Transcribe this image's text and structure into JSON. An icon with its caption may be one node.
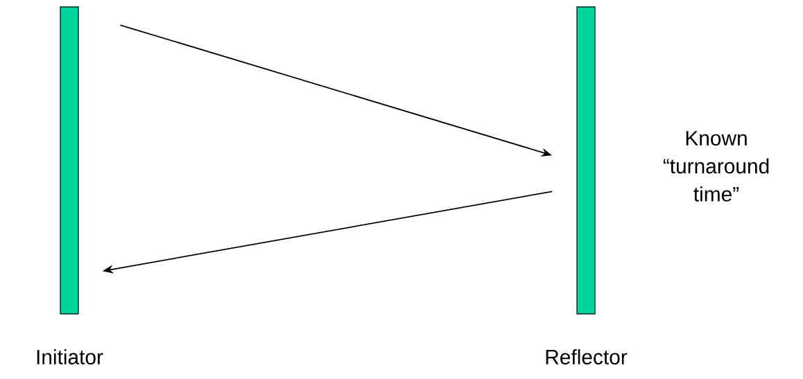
{
  "diagram": {
    "nodes": [
      {
        "text": [
          "Initiator"
        ]
      },
      {
        "text": [
          "Reflector"
        ],
        "beside": [
          "Known “turnaround time”"
        ]
      }
    ],
    "edges": [
      {
        "from": 0,
        "to": 1,
        "arrow": "to"
      },
      {
        "from": 1,
        "to": 0,
        "arrow": "to"
      }
    ]
  }
}
